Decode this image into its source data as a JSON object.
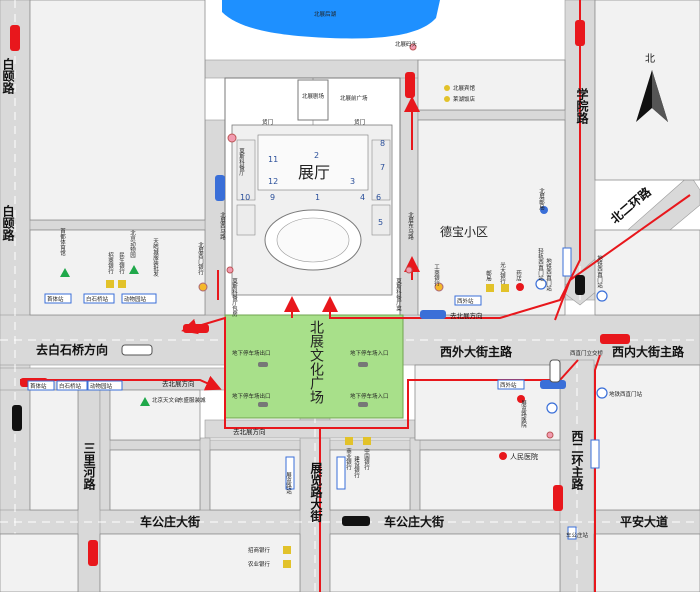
{
  "compass_label": "北",
  "lake": {
    "name": "北展后湖",
    "pier": "北展码头"
  },
  "roads": {
    "baiyi": "白颐路",
    "xueyuan": "学院路",
    "beierhuan": "北二环路",
    "qu_baishiqiao": "去白石桥方向",
    "xiwai": "西外大街主路",
    "xinei": "西内大街主路",
    "qu_beizhan_upper": "去北展方向",
    "qu_beizhan_lower": "去北展方向",
    "qu_beizhan_south": "去北展方向",
    "chegongzhuang_w": "车公庄大街",
    "chegongzhuang_e": "车公庄大街",
    "pingan": "平安大道",
    "zhanlan": "展览路大街",
    "sanlihe": "三里河路",
    "xierhuan": "西二环主路"
  },
  "areas": {
    "hall": "展厅",
    "front_square": "北展前广场",
    "culture_square": "北展文化广场",
    "debao": "德宝小区",
    "cinema": "北展剧场",
    "restaurant": "莫斯科餐厅",
    "east_road": "北展东马路",
    "west_road": "北展西马路",
    "gate_left": "货门",
    "gate_right": "货门"
  },
  "hall_numbers": [
    "11",
    "2",
    "8",
    "12",
    "3",
    "7",
    "10",
    "1",
    "6",
    "9",
    "4",
    "5"
  ],
  "parking": [
    "地下停车场出口",
    "地下停车场入口",
    "地下停车场出口",
    "地下停车场入口"
  ],
  "bus_stops": [
    "首体站",
    "白石桥站",
    "动物园站",
    "首体站",
    "白石桥站",
    "动物园站",
    "西外站",
    "西外站",
    "车公庄站",
    "展览路站"
  ],
  "subway": [
    "地铁西直门站",
    "地铁西直门站",
    "轻轨西直门站",
    "地铁西直门站"
  ],
  "pois": {
    "capital_stadium": "首都体育馆",
    "zhaoshang_bank_w": "招商银行",
    "minsheng_bank": "民生银行",
    "zoo": "北京动物园",
    "tianbo": "天皓城服装批发",
    "beizhan_bank": "北展西门银行",
    "moscow_shop": "莫斯科餐厅包房",
    "moscow_food": "莫斯科餐厅菜",
    "icbc": "工商银行",
    "post": "邮局",
    "everbright": "光大银行",
    "pharmacy": "药店",
    "beizhan_post": "北展邮局",
    "hotel": "北展宾馆",
    "xiyuan_hotel": "莱湖饭店",
    "planetarium": "北京天文台",
    "dongsheng": "东盛服装城",
    "xizhimen_hospital": "展览路医院",
    "renmin_hospital": "人民医院",
    "commerce_bank": "商业银行",
    "construction_bank": "建设银行",
    "china_bank": "中国银行",
    "zhaoshang_bank_s": "招商银行",
    "agri_bank": "农业银行",
    "xizhimen_info": "西直门立交桥"
  },
  "colors": {
    "road": "#d9d9d9",
    "road_edge": "#9a9a9a",
    "lake": "#1e90ff",
    "square": "#a8e08a",
    "route": "#e8171c",
    "building": "#f2f2f2"
  }
}
